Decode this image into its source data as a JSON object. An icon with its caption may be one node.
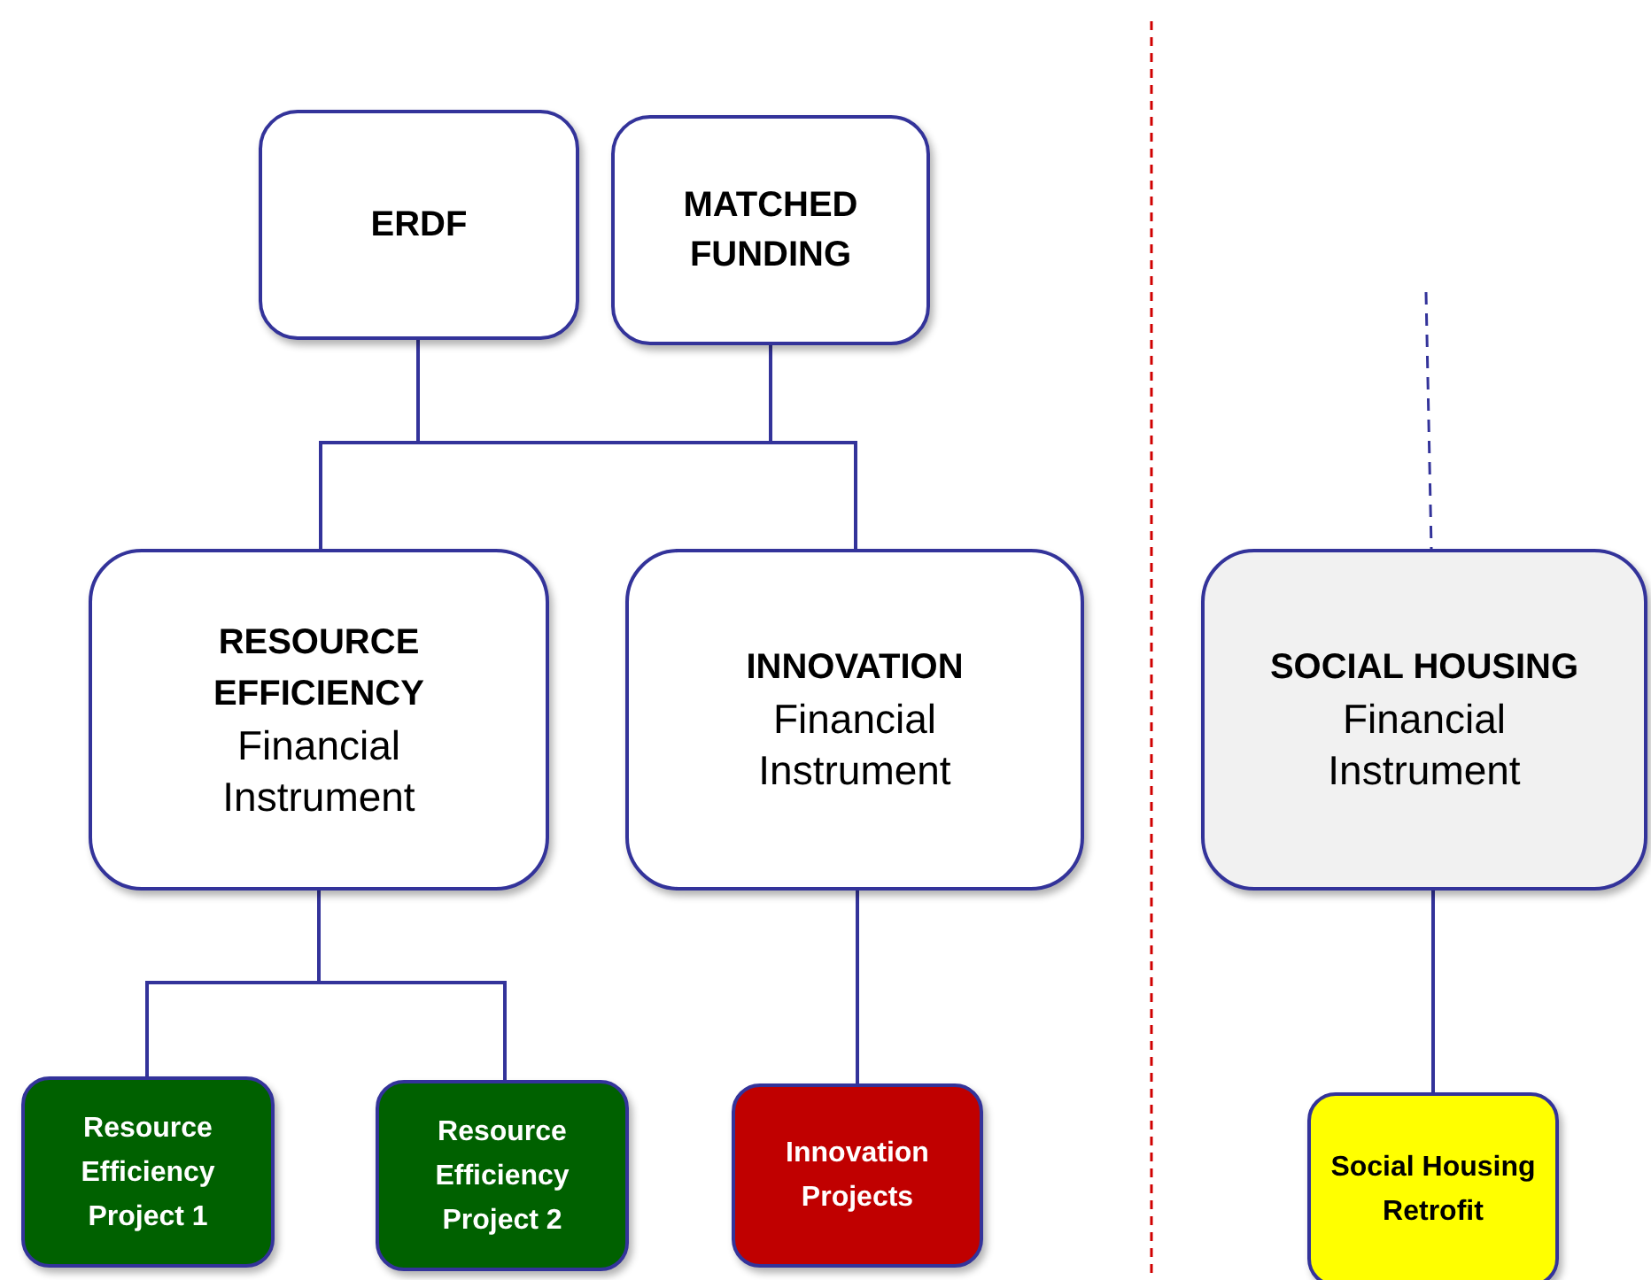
{
  "diagram": {
    "nodes": [
      {
        "text": [
          "ERDF"
        ]
      },
      {
        "text": [
          "MATCHED FUNDING"
        ]
      },
      {
        "text": [
          "RESOURCE EFFICIENCY",
          "Financial Instrument"
        ]
      },
      {
        "text": [
          "INNOVATION",
          "Financial Instrument"
        ]
      },
      {
        "text": [
          "SOCIAL HOUSING",
          "Financial Instrument"
        ]
      },
      {
        "text": [
          "Resource Efficiency Project 1"
        ]
      },
      {
        "text": [
          "Resource Efficiency Project 2"
        ]
      },
      {
        "text": [
          "Innovation Projects"
        ]
      },
      {
        "text": [
          "Social Housing Retrofit"
        ]
      }
    ],
    "edges": [
      {
        "from": 0,
        "to": 2,
        "arrow": "none"
      },
      {
        "from": 0,
        "to": 3,
        "arrow": "none"
      },
      {
        "from": 1,
        "to": 2,
        "arrow": "none"
      },
      {
        "from": 1,
        "to": 3,
        "arrow": "none"
      },
      {
        "from": 2,
        "to": 5,
        "arrow": "none"
      },
      {
        "from": 2,
        "to": 6,
        "arrow": "none"
      },
      {
        "from": 3,
        "to": 7,
        "arrow": "none"
      },
      {
        "from": 4,
        "to": 8,
        "arrow": "none"
      },
      {
        "from": null,
        "to": 4,
        "arrow": "none",
        "style": "dashed"
      }
    ]
  }
}
